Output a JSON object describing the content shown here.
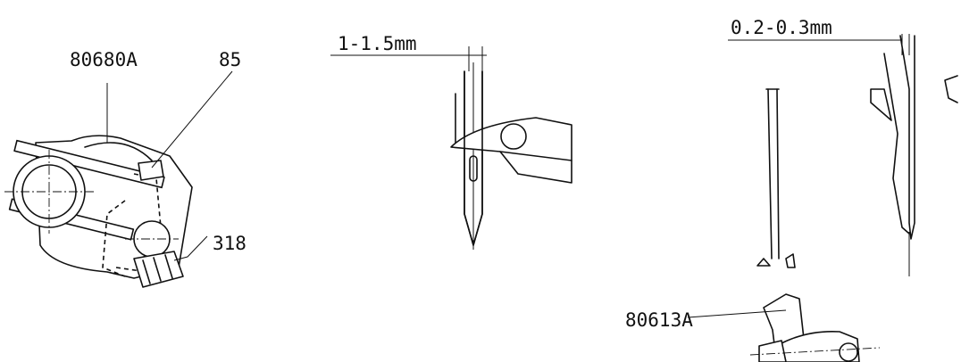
{
  "figure_1": {
    "label_top": "80680A",
    "label_right": "85",
    "label_lower": "318"
  },
  "figure_2": {
    "dimension": "1-1.5mm"
  },
  "figure_3": {
    "dimension": "0.2-0.3mm",
    "label_part": "80613A"
  }
}
